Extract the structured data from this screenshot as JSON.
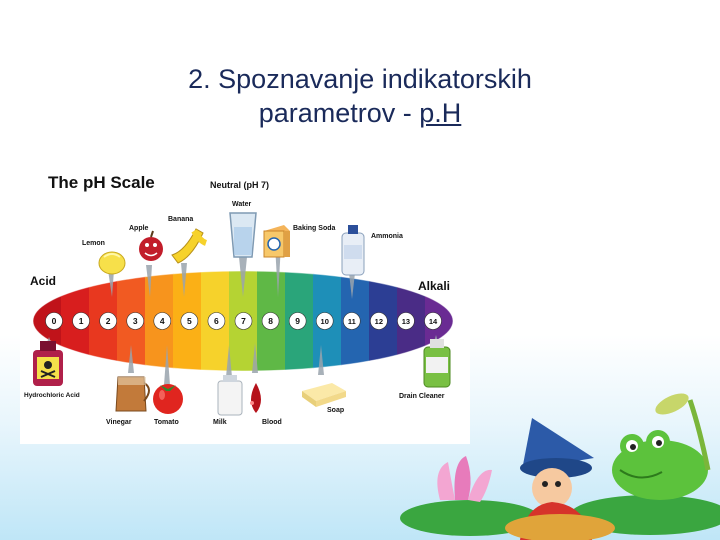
{
  "slide": {
    "title_line1": "2. Spoznavanje indikatorskih",
    "title_line2_prefix": "parametrov - ",
    "title_line2_link": "p.H"
  },
  "figure": {
    "heading": "The pH Scale",
    "neutral_label": "Neutral (pH 7)",
    "acid_label": "Acid",
    "alkali_label": "Alkali",
    "scale_numbers": [
      "0",
      "1",
      "2",
      "3",
      "4",
      "5",
      "6",
      "7",
      "8",
      "9",
      "10",
      "11",
      "12",
      "13",
      "14"
    ],
    "band_colors": [
      "#c0131a",
      "#d81e1e",
      "#e8381f",
      "#f15a22",
      "#f7941d",
      "#fbb016",
      "#f6d22b",
      "#b5d333",
      "#5fb846",
      "#2aa57a",
      "#1e8fb8",
      "#2465b0",
      "#2c3e94",
      "#4a2c86",
      "#6a2b93"
    ],
    "top_items": [
      "Lemon",
      "Apple",
      "Banana",
      "Water",
      "Baking Soda",
      "Ammonia"
    ],
    "bottom_items": [
      "Hydrochloric Acid",
      "Vinegar",
      "Tomato",
      "Milk",
      "Blood",
      "Soap",
      "Drain Cleaner"
    ]
  }
}
